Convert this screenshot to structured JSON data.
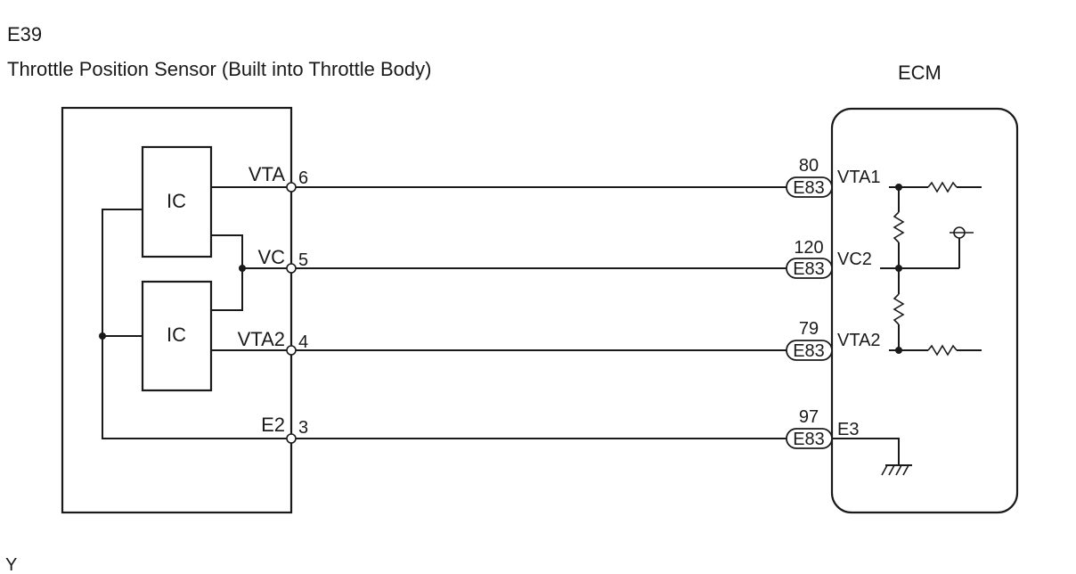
{
  "connector_code": "E39",
  "component_title": "Throttle Position Sensor (Built into Throttle Body)",
  "ecm_title": "ECM",
  "footer_mark": "Y",
  "ic_labels": [
    "IC",
    "IC"
  ],
  "sensor_pins": [
    {
      "name": "VTA",
      "num": "6"
    },
    {
      "name": "VC",
      "num": "5"
    },
    {
      "name": "VTA2",
      "num": "4"
    },
    {
      "name": "E2",
      "num": "3"
    }
  ],
  "ecm_pins": [
    {
      "num": "80",
      "connector": "E83",
      "name": "VTA1"
    },
    {
      "num": "120",
      "connector": "E83",
      "name": "VC2"
    },
    {
      "num": "79",
      "connector": "E83",
      "name": "VTA2"
    },
    {
      "num": "97",
      "connector": "E83",
      "name": "E3"
    }
  ]
}
